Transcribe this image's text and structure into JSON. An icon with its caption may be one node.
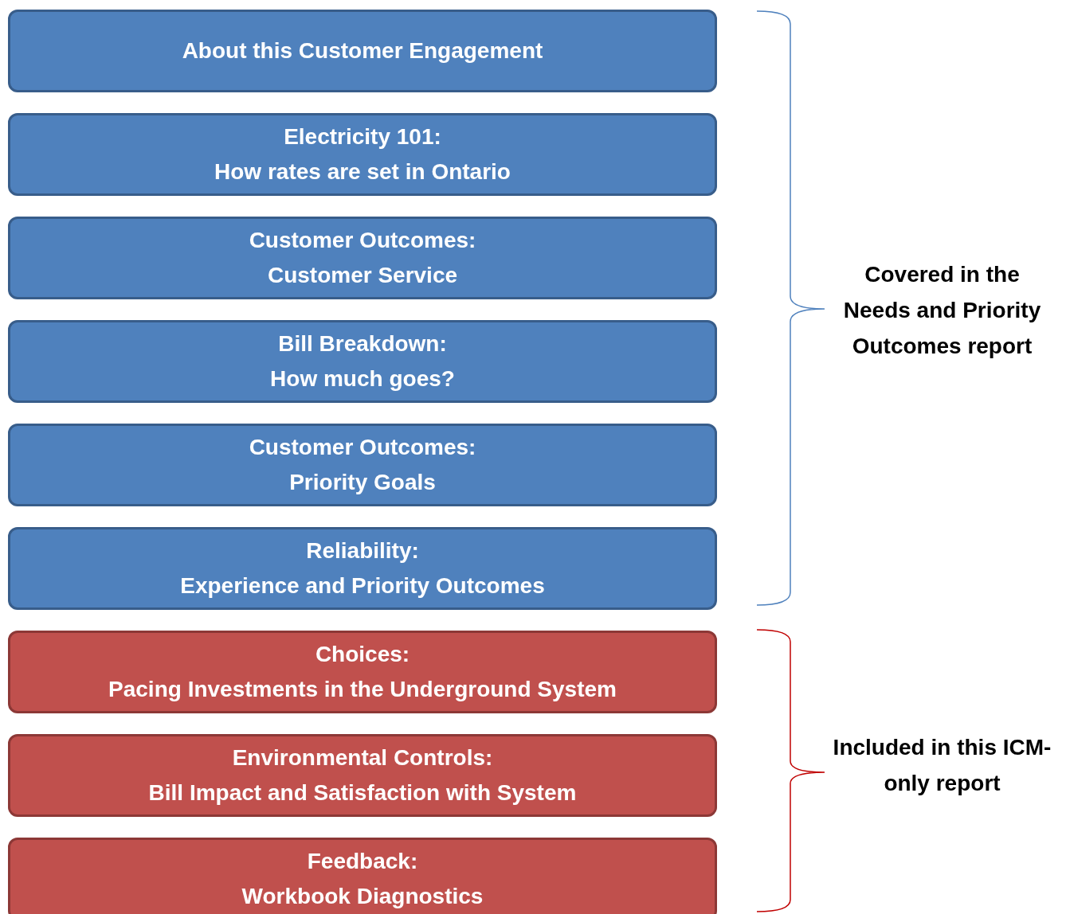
{
  "diagram": {
    "nodes": [
      {
        "text": [
          "About this Customer Engagement"
        ]
      },
      {
        "text": [
          "Electricity 101:",
          "How rates are set in Ontario"
        ]
      },
      {
        "text": [
          "Customer Outcomes:",
          "Customer Service"
        ]
      },
      {
        "text": [
          "Bill Breakdown:",
          "How much goes?"
        ]
      },
      {
        "text": [
          "Customer Outcomes:",
          "Priority Goals"
        ]
      },
      {
        "text": [
          "Reliability:",
          "Experience and Priority Outcomes"
        ]
      },
      {
        "text": [
          "Choices:",
          "Pacing Investments in the Underground System"
        ]
      },
      {
        "text": [
          "Environmental Controls:",
          "Bill Impact and Satisfaction with System"
        ]
      },
      {
        "text": [
          "Feedback:",
          "Workbook Diagnostics"
        ]
      }
    ],
    "labels": [
      "Covered in the Needs and Priority Outcomes report",
      "Included in this ICM-only report"
    ]
  }
}
